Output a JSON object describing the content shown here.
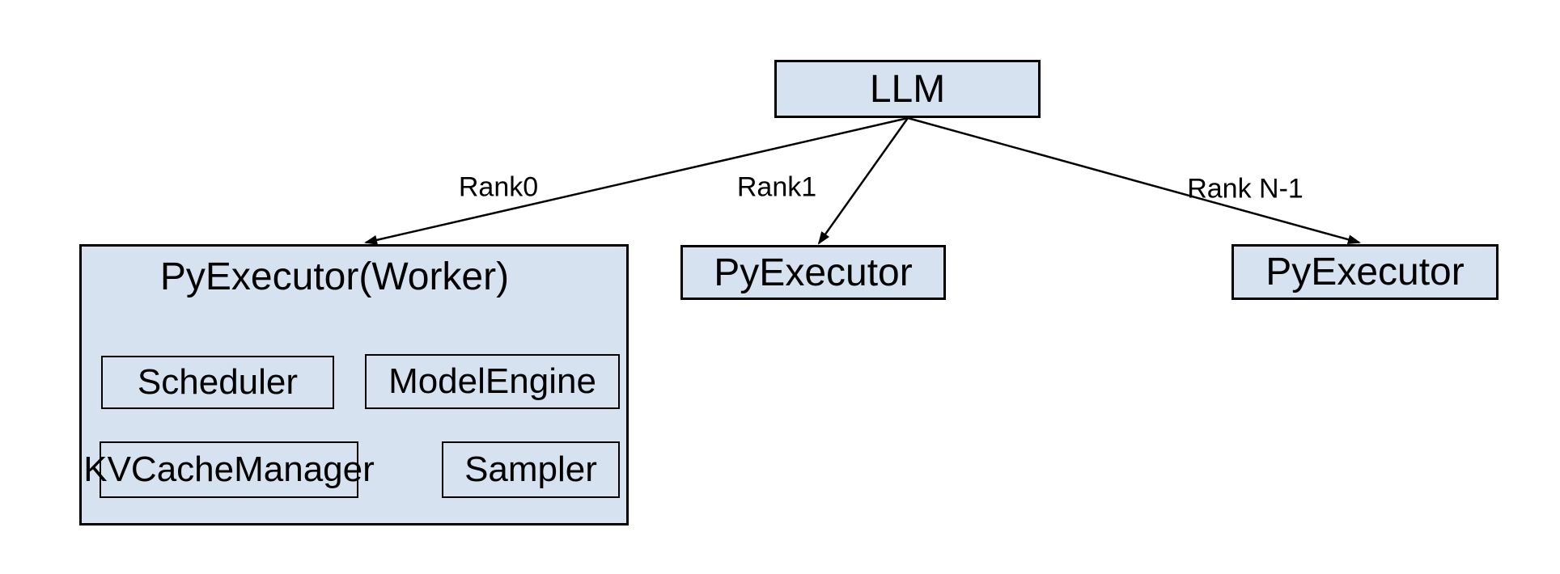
{
  "colors": {
    "canvas_bg": "#ffffff",
    "node_fill": "#d7e2f1",
    "node_border": "#000000",
    "arrow": "#000000",
    "text": "#000000"
  },
  "diagram": {
    "root": {
      "label": "LLM"
    },
    "edges": {
      "rank0": {
        "label": "Rank0"
      },
      "rank1": {
        "label": "Rank1"
      },
      "rank_n_minus_1": {
        "label": "Rank N-1"
      }
    },
    "nodes": {
      "worker0": {
        "title": "PyExecutor(Worker)",
        "components": {
          "scheduler": {
            "label": "Scheduler"
          },
          "model_engine": {
            "label": "ModelEngine"
          },
          "kv_cache_manager": {
            "label": "KVCacheManager"
          },
          "sampler": {
            "label": "Sampler"
          }
        }
      },
      "worker1": {
        "label": "PyExecutor"
      },
      "worker_n": {
        "label": "PyExecutor"
      }
    }
  }
}
